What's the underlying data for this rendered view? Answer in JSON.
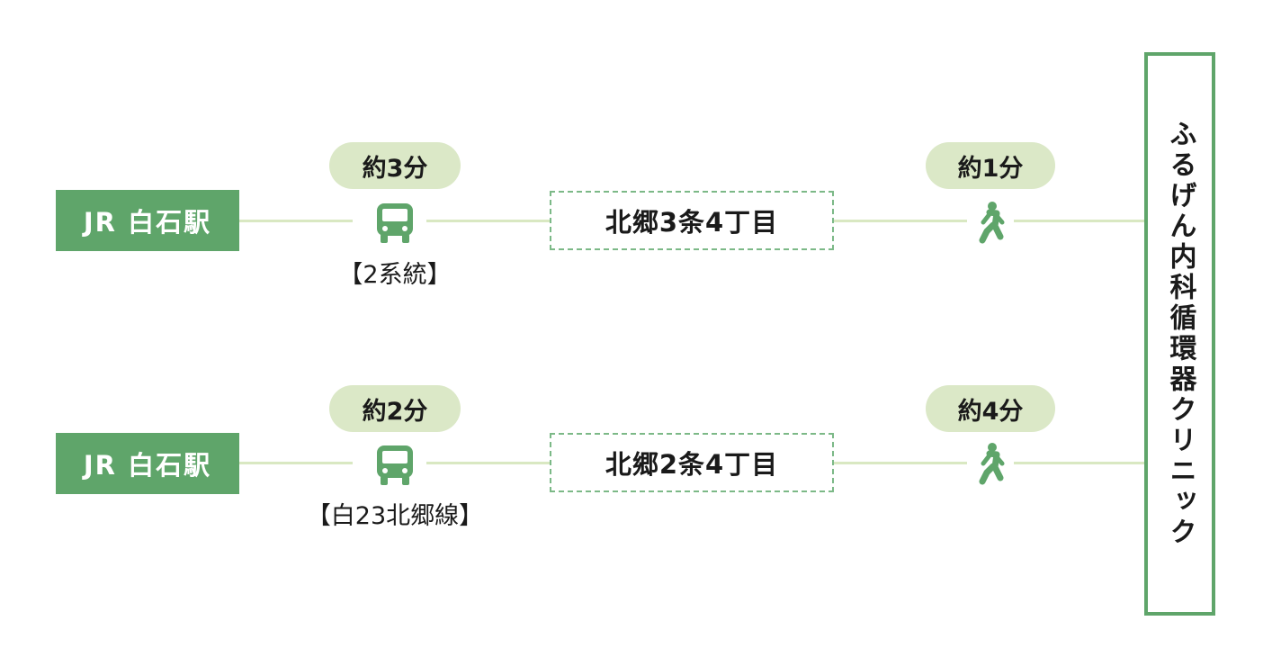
{
  "routes": [
    {
      "station": "JR 白石駅",
      "bus_time": "約3分",
      "bus_line": "【2系統】",
      "bus_stop": "北郷3条4丁目",
      "walk_time": "約1分"
    },
    {
      "station": "JR 白石駅",
      "bus_time": "約2分",
      "bus_line": "【白23北郷線】",
      "bus_stop": "北郷2条4丁目",
      "walk_time": "約4分"
    }
  ],
  "destination": "ふるげん内科循環器クリニック",
  "icons": {
    "bus": "bus-icon",
    "walk": "walking-person-icon"
  },
  "colors": {
    "station_bg": "#5fa56a",
    "pill_bg": "#dbe8c7",
    "line": "#d9e8c2",
    "stop_border": "#7cb987",
    "icon": "#5fa56a"
  }
}
